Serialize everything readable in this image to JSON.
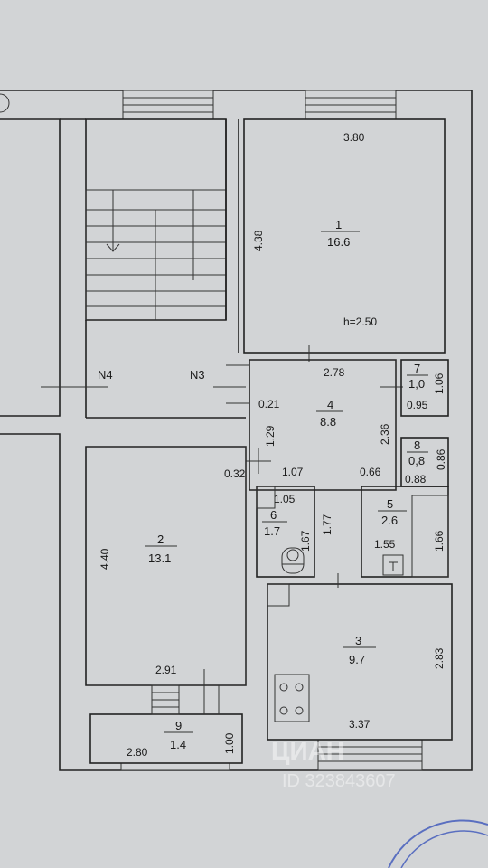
{
  "rooms": [
    {
      "number": "1",
      "area": "16.6"
    },
    {
      "number": "2",
      "area": "13.1"
    },
    {
      "number": "3",
      "area": "9.7"
    },
    {
      "number": "4",
      "area": "8.8"
    },
    {
      "number": "5",
      "area": "2.6"
    },
    {
      "number": "6",
      "area": "1.7"
    },
    {
      "number": "7",
      "area": "1,0"
    },
    {
      "number": "8",
      "area": "0,8"
    },
    {
      "number": "9",
      "area": "1.4"
    }
  ],
  "dimensions": {
    "d_380": "3.80",
    "d_438": "4.38",
    "height": "h=2.50",
    "d_278": "2.78",
    "d_106": "1.06",
    "d_095": "0.95",
    "d_021": "0.21",
    "d_236": "2.36",
    "d_129": "1.29",
    "d_086": "0.86",
    "d_032": "0.32",
    "d_107": "1.07",
    "d_066": "0.66",
    "d_088": "0.88",
    "d_105": "1.05",
    "d_167": "1.67",
    "d_177": "1.77",
    "d_155": "1.55",
    "d_166": "1.66",
    "d_440": "4.40",
    "d_291": "2.91",
    "d_283": "2.83",
    "d_337": "3.37",
    "d_280": "2.80",
    "d_100": "1.00"
  },
  "labels": {
    "n4": "N4",
    "n3": "N3"
  },
  "watermark": {
    "brand": "ЦИАН",
    "id_text": "ID 323843607"
  }
}
